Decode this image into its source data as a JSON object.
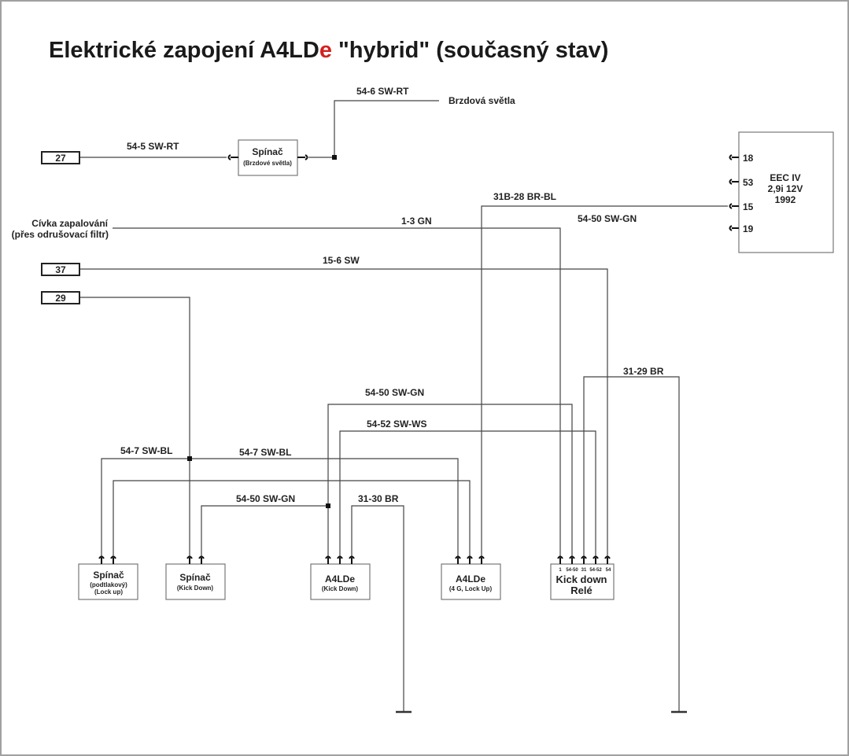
{
  "title": {
    "part1": "Elektrické zapojení A4LD",
    "accent": "e",
    "part2": " \"hybrid\" (současný stav)",
    "accent_color": "#d42020"
  },
  "terminals": [
    {
      "id": "t27",
      "label": "27"
    },
    {
      "id": "t37",
      "label": "37"
    },
    {
      "id": "t29",
      "label": "29"
    }
  ],
  "external_labels": {
    "brake_lights": "Brzdová světla",
    "coil_line1": "Cívka zapalování",
    "coil_line2": "(přes odrušovací filtr)"
  },
  "wires": {
    "w54_5": "54-5 SW-RT",
    "w54_6": "54-6 SW-RT",
    "w31b_28": "31B-28 BR-BL",
    "w1_3": "1-3 GN",
    "w54_50_top": "54-50 SW-GN",
    "w15_6": "15-6 SW",
    "w31_29": "31-29 BR",
    "w54_50_mid": "54-50 SW-GN",
    "w54_52": "54-52 SW-WS",
    "w54_7_left": "54-7 SW-BL",
    "w54_7_right": "54-7 SW-BL",
    "w54_50_low": "54-50 SW-GN",
    "w31_30": "31-30 BR"
  },
  "components": {
    "brake_switch": {
      "name": "Spínač",
      "sub": "(Brzdové světla)"
    },
    "ecu": {
      "line1": "EEC IV",
      "line2": "2,9i 12V",
      "line3": "1992",
      "pins": [
        "18",
        "53",
        "15",
        "19"
      ]
    },
    "vacuum_switch": {
      "name": "Spínač",
      "sub1": "(podtlakový)",
      "sub2": "(Lock up)"
    },
    "kickdown_switch": {
      "name": "Spínač",
      "sub": "(Kick Down)"
    },
    "a4lde_kd": {
      "name": "A4LDe",
      "sub": "(Kick Down)"
    },
    "a4lde_4g": {
      "name": "A4LDe",
      "sub": "(4 G, Lock Up)"
    },
    "relay": {
      "line1": "Kick down",
      "line2": "Relé",
      "pins": [
        "1",
        "54-50",
        "31",
        "54-52",
        "54"
      ]
    }
  }
}
